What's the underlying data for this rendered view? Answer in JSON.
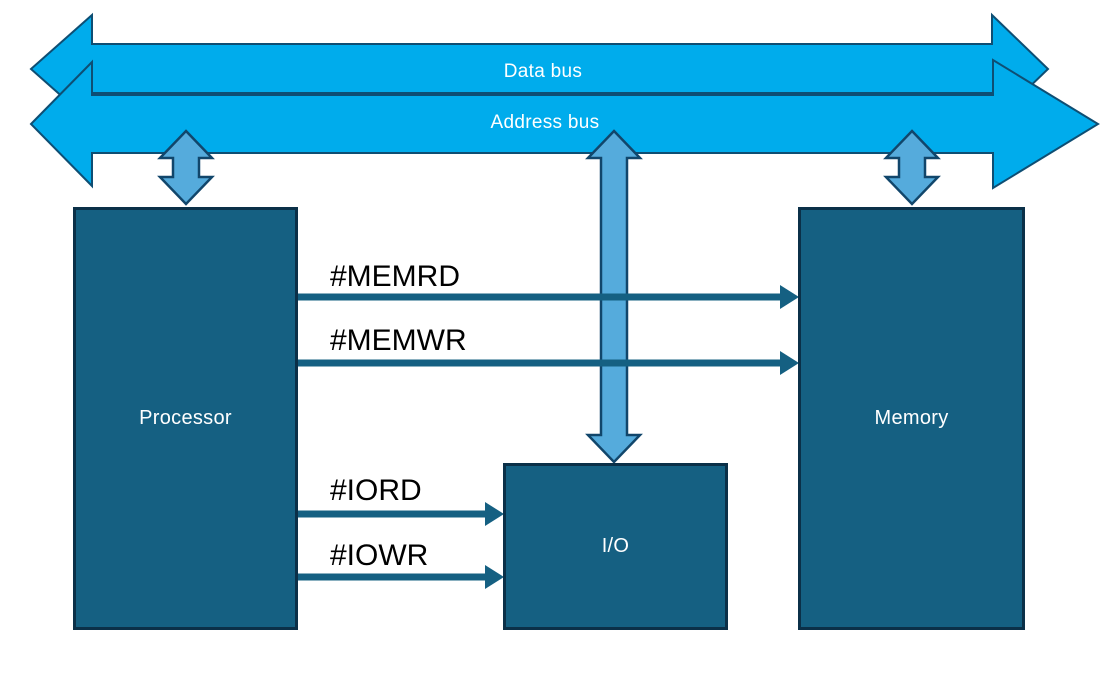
{
  "diagram": {
    "title": "Processor bus architecture diagram",
    "buses": {
      "data": {
        "label": "Data bus"
      },
      "address": {
        "label": "Address bus"
      }
    },
    "blocks": {
      "processor": {
        "label": "Processor"
      },
      "memory": {
        "label": "Memory"
      },
      "io": {
        "label": "I/O"
      }
    },
    "signals": {
      "memrd": {
        "label": "#MEMRD",
        "from": "Processor",
        "to": "Memory"
      },
      "memwr": {
        "label": "#MEMWR",
        "from": "Processor",
        "to": "Memory"
      },
      "iord": {
        "label": "#IORD",
        "from": "Processor",
        "to": "I/O"
      },
      "iowr": {
        "label": "#IOWR",
        "from": "Processor",
        "to": "I/O"
      }
    }
  },
  "colors": {
    "bus_fill": "#00ACEC",
    "bus_stroke": "#0E4E73",
    "connector_fill": "#55ABDC",
    "connector_stroke": "#11466B",
    "box_fill": "#156082",
    "box_stroke": "#0B3048",
    "signal_line": "#156082",
    "signal_text": "#000000",
    "label_text": "#FFFFFF"
  }
}
